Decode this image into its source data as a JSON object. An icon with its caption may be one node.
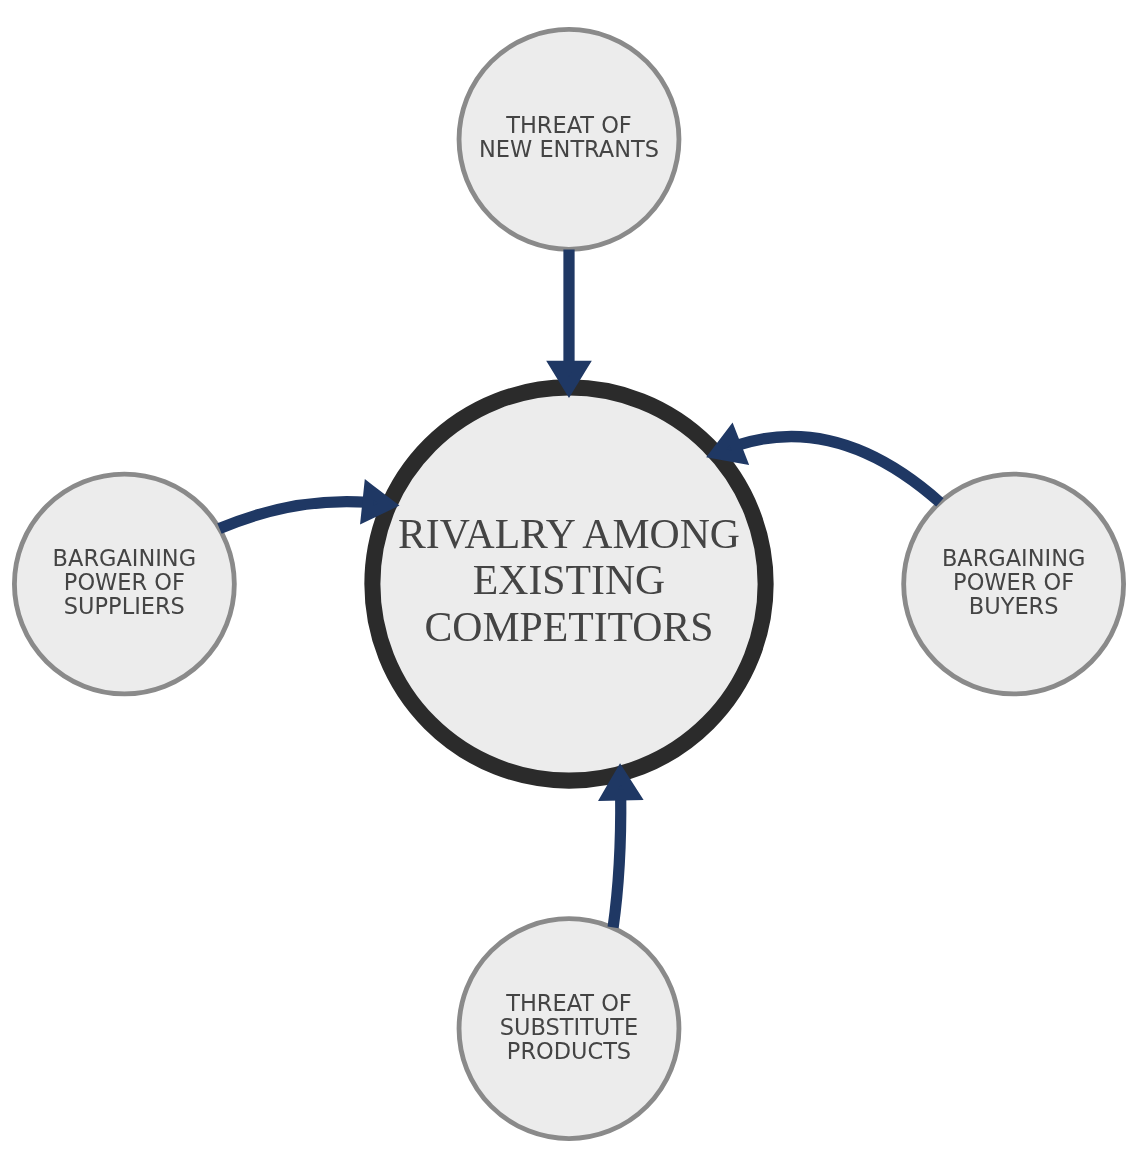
{
  "diagram": {
    "nodes": [
      {
        "text": [
          "THREAT OF NEW ENTRANTS"
        ]
      },
      {
        "text": [
          "BARGAINING POWER OF SUPPLIERS"
        ]
      },
      {
        "text": [
          "RIVALRY AMONG EXISTING COMPETITORS"
        ]
      },
      {
        "text": [
          "BARGAINING POWER OF BUYERS"
        ]
      },
      {
        "text": [
          "THREAT OF SUBSTITUTE PRODUCTS"
        ]
      }
    ],
    "edges": [
      {
        "from": 0,
        "to": 2,
        "arrow": "to"
      },
      {
        "from": 1,
        "to": 2,
        "arrow": "to"
      },
      {
        "from": 3,
        "to": 2,
        "arrow": "to"
      },
      {
        "from": 4,
        "to": 2,
        "arrow": "to"
      }
    ]
  }
}
